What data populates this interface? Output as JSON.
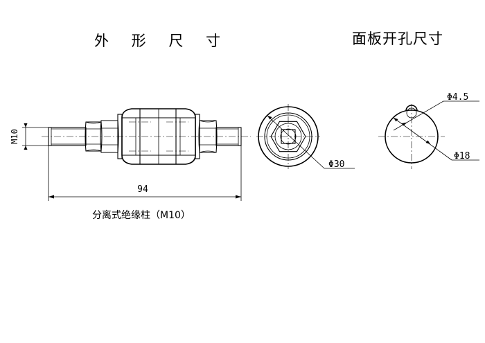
{
  "titles": {
    "outer_dimensions": "外 形 尺 寸",
    "panel_cutout": "面板开孔尺寸"
  },
  "side_view": {
    "thread_label": "M10",
    "length_label": "94",
    "caption": "分离式绝缘柱（M10）"
  },
  "front_view": {
    "diameter_label": "Φ30"
  },
  "cutout_view": {
    "small_hole_label": "Φ4.5",
    "large_hole_label": "Φ18"
  }
}
